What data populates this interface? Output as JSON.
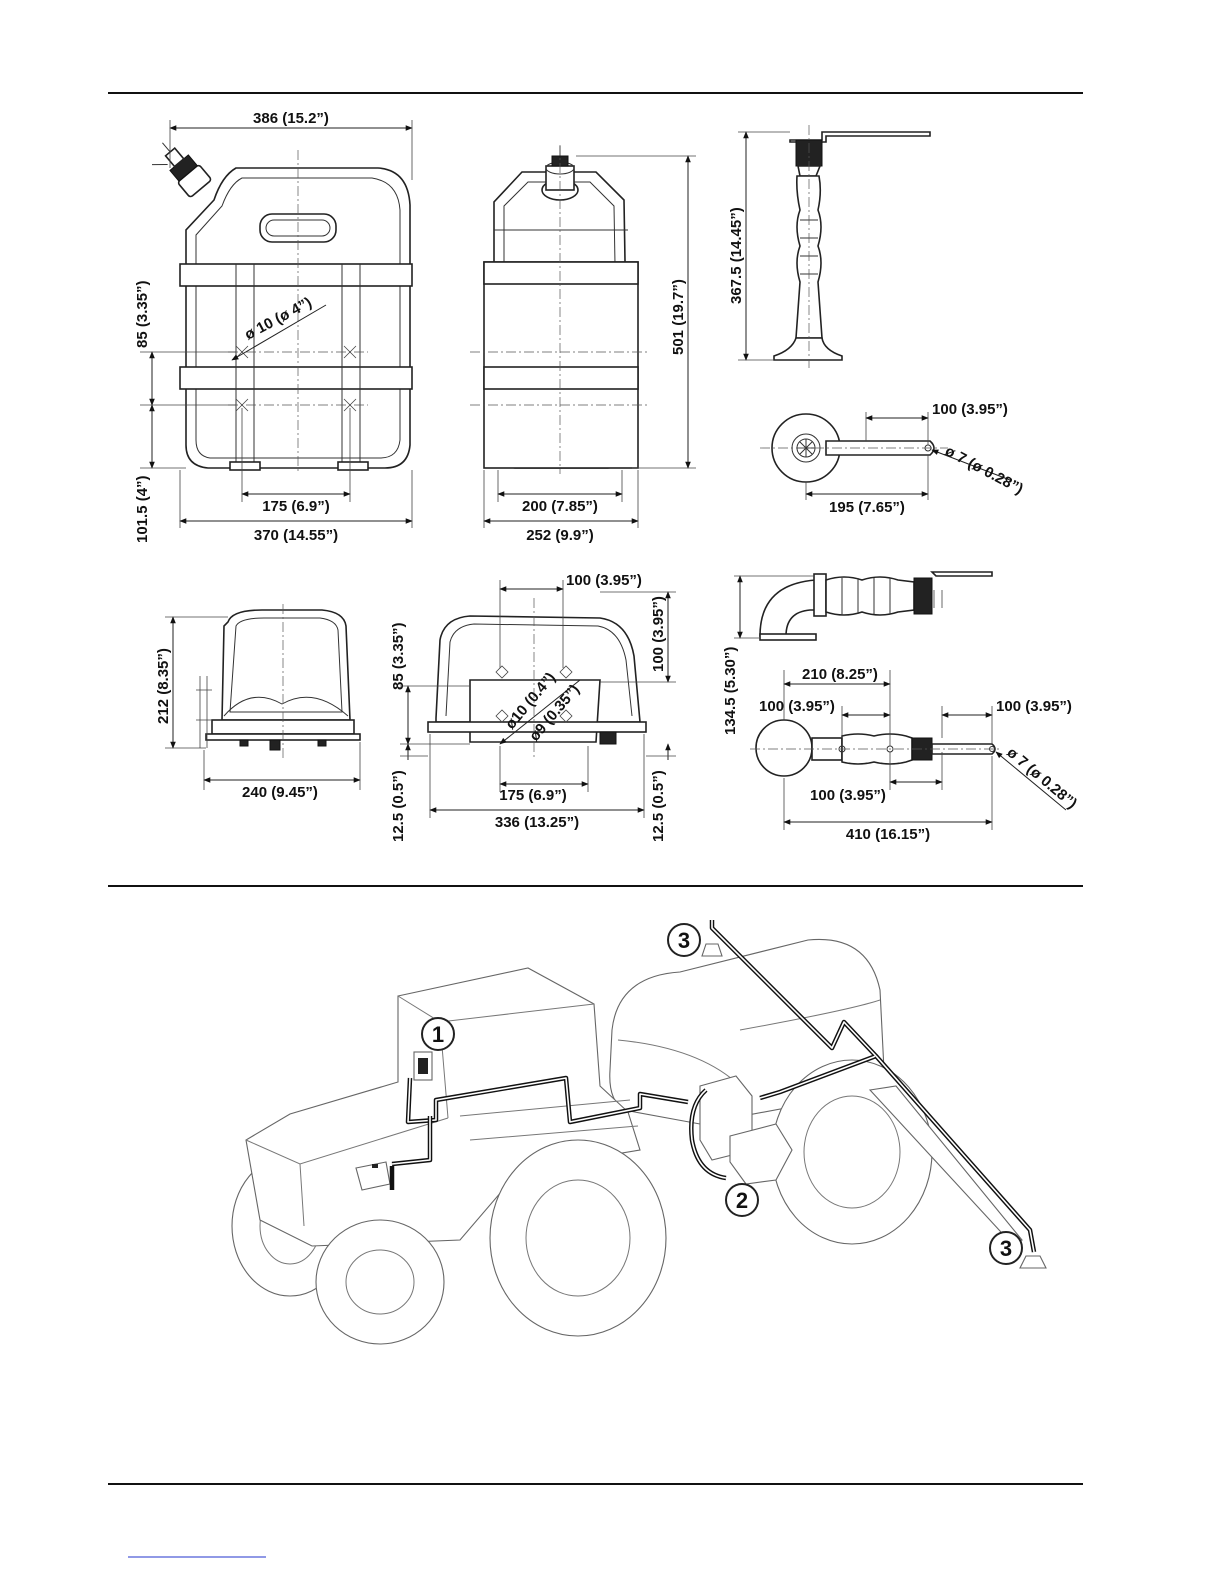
{
  "dimensions": {
    "tank_front": {
      "top_width": "386 (15.2”)",
      "hole_dia": "ø 10 (ø 4”)",
      "upper_spacing": "85 (3.35”)",
      "lower_height": "101.5 (4”)",
      "hole_spacing": "175 (6.9”)",
      "overall_width": "370 (14.55”)"
    },
    "tank_side": {
      "height": "501 (19.7”)",
      "hole_spacing": "200 (7.85”)",
      "overall_width": "252 (9.9”)"
    },
    "nozzle_long": {
      "height": "367.5 (14.45”)",
      "bracket_length": "100 (3.95”)",
      "bracket_hole": "ø 7 (ø 0.28”)",
      "total_length": "195 (7.65”)"
    },
    "pump_front": {
      "height": "212 (8.35”)",
      "width": "240 (9.45”)"
    },
    "pump_side": {
      "top_spacing": "100 (3.95”)",
      "left_spacing": "85 (3.35”)",
      "right_height": "100 (3.95”)",
      "hole_big": "ø10 (0.4”)",
      "hole_small": "ø9 (0.35”)",
      "left_offset": "12.5 (0.5”)",
      "right_offset": "12.5 (0.5”)",
      "hole_spacing": "175 (6.9”)",
      "overall_width": "336 (13.25”)"
    },
    "nozzle_short": {
      "height": "134.5 (5.30”)",
      "length_a": "210 (8.25”)",
      "length_b": "100 (3.95”)",
      "length_c": "100 (3.95”)",
      "length_d": "100 (3.95”)",
      "bracket_hole": "ø 7 (ø 0.28”)",
      "total_length": "410 (16.15”)"
    }
  },
  "callouts": [
    "1",
    "2",
    "3",
    "3"
  ]
}
